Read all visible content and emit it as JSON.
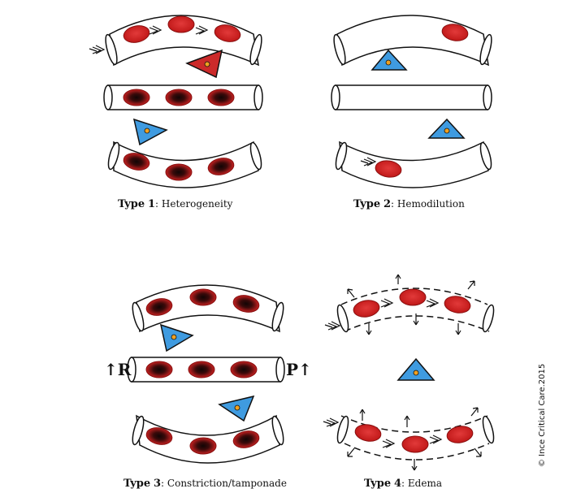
{
  "panels": [
    {
      "type_word": "Type",
      "number": "1",
      "separator": ":",
      "description": "Heterogeneity"
    },
    {
      "type_word": "Type",
      "number": "2",
      "separator": ":",
      "description": "Hemodilution"
    },
    {
      "type_word": "Type",
      "number": "3",
      "separator": ":",
      "description": "Constriction/tamponade"
    },
    {
      "type_word": "Type",
      "number": "4",
      "separator": ":",
      "description": "Edema"
    }
  ],
  "pressure_labels": {
    "left": "↑R",
    "right": "P↑"
  },
  "copyright": "© Ince Critical Care.2015",
  "colors": {
    "rbc_fill": "#cc2222",
    "rbc_dark_core": "#1a0808",
    "oxygen_triangle_red": "#cc2a2a",
    "tissue_triangle_blue": "#3f9be0",
    "triangle_dot": "#f0a020",
    "vessel_stroke": "#111111"
  },
  "icons": {
    "flow": "triple-arrow-icon",
    "cell": "red-blood-cell-icon",
    "tissue": "triangle-cell-icon"
  }
}
